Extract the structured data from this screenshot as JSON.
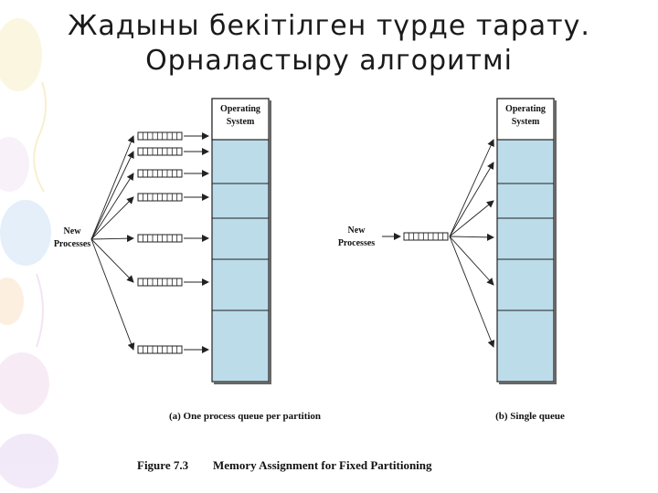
{
  "slide": {
    "title_line1": "Жадыны бекітілген түрде тарату.",
    "title_line2": "Орналастыру алгоритмі"
  },
  "diagram": {
    "os_label_line1": "Operating",
    "os_label_line2": "System",
    "new_line1": "New",
    "new_line2": "Processes",
    "caption_a": "(a) One process queue per partition",
    "caption_b": "(b) Single queue",
    "figure_label": "Figure 7.3",
    "figure_title": "Memory Assignment for Fixed Partitioning",
    "colors": {
      "partition_fill": "#bcdcea",
      "os_fill": "#ffffff",
      "stroke": "#222222"
    }
  }
}
